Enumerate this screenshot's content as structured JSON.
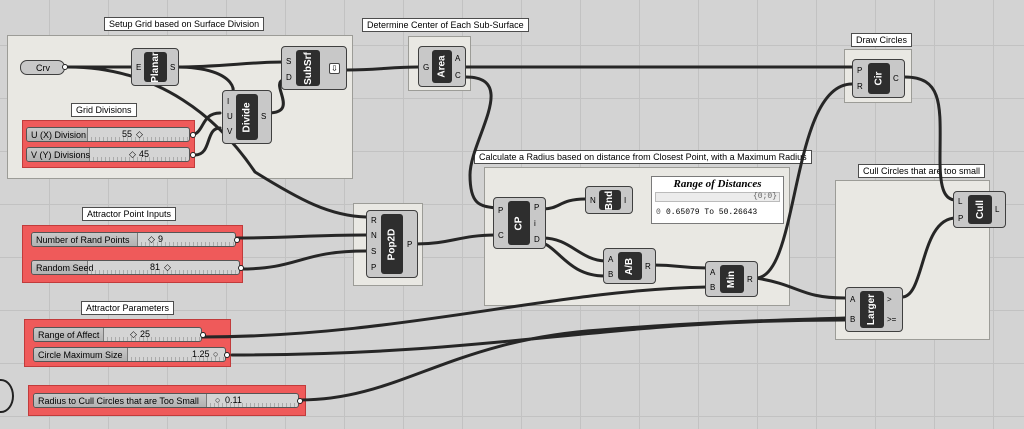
{
  "groups": {
    "setup": "Setup Grid based on Surface Division",
    "grid_div": "Grid Divisions",
    "center": "Determine Center of Each Sub-Surface",
    "draw": "Draw Circles",
    "radius": "Calculate a Radius based on distance from Closest Point, with a Maximum Radius",
    "cull": "Cull Circles that are too small",
    "attractor_inputs": "Attractor Point Inputs",
    "attractor_params": "Attractor Parameters"
  },
  "components": {
    "crv": "Crv",
    "planar": {
      "name": "Planar",
      "inputs": [
        "E"
      ],
      "outputs": [
        "S"
      ]
    },
    "divide": {
      "name": "Divide",
      "inputs": [
        "I",
        "U",
        "V"
      ],
      "outputs": [
        "S"
      ]
    },
    "subsrf": {
      "name": "SubSrf",
      "inputs": [
        "S",
        "D"
      ]
    },
    "area": {
      "name": "Area",
      "inputs": [
        "G"
      ],
      "outputs": [
        "A",
        "C"
      ]
    },
    "cir": {
      "name": "Cir",
      "inputs": [
        "P",
        "R"
      ],
      "outputs": [
        "C"
      ]
    },
    "pop2d": {
      "name": "Pop2D",
      "inputs": [
        "R",
        "N",
        "S",
        "P"
      ],
      "outputs": [
        "P"
      ]
    },
    "cp": {
      "name": "CP",
      "inputs": [
        "P",
        "C"
      ],
      "outputs": [
        "P",
        "i",
        "D"
      ]
    },
    "bnd": {
      "name": "Bnd",
      "inputs": [
        "N"
      ],
      "outputs": [
        "I"
      ]
    },
    "ab": {
      "name": "A/B",
      "inputs": [
        "A",
        "B"
      ],
      "outputs": [
        "R"
      ]
    },
    "min": {
      "name": "Min",
      "inputs": [
        "A",
        "B"
      ],
      "outputs": [
        "R"
      ]
    },
    "larger": {
      "name": "Larger",
      "inputs": [
        "A",
        "B"
      ],
      "outputs": [
        ">",
        ">="
      ]
    },
    "cull": {
      "name": "Cull",
      "inputs": [
        "L",
        "P"
      ],
      "outputs": [
        "L"
      ]
    }
  },
  "panel": {
    "title": "Range of Distances",
    "path": "{0;0}",
    "index": "0",
    "value": "0.65079 To 50.26643"
  },
  "sliders": {
    "u_div": {
      "label": "U (X) Division",
      "value": "55"
    },
    "v_div": {
      "label": "V (Y) Divisions",
      "value": "45"
    },
    "rand_points": {
      "label": "Number of Rand Points",
      "value": "9"
    },
    "seed": {
      "label": "Random Seed",
      "value": "81"
    },
    "range": {
      "label": "Range of Affect",
      "value": "25"
    },
    "max_size": {
      "label": "Circle Maximum Size",
      "value": "1.25"
    },
    "cull_radius": {
      "label": "Radius to Cull Circles that are Too Small",
      "value": "0.11"
    }
  }
}
